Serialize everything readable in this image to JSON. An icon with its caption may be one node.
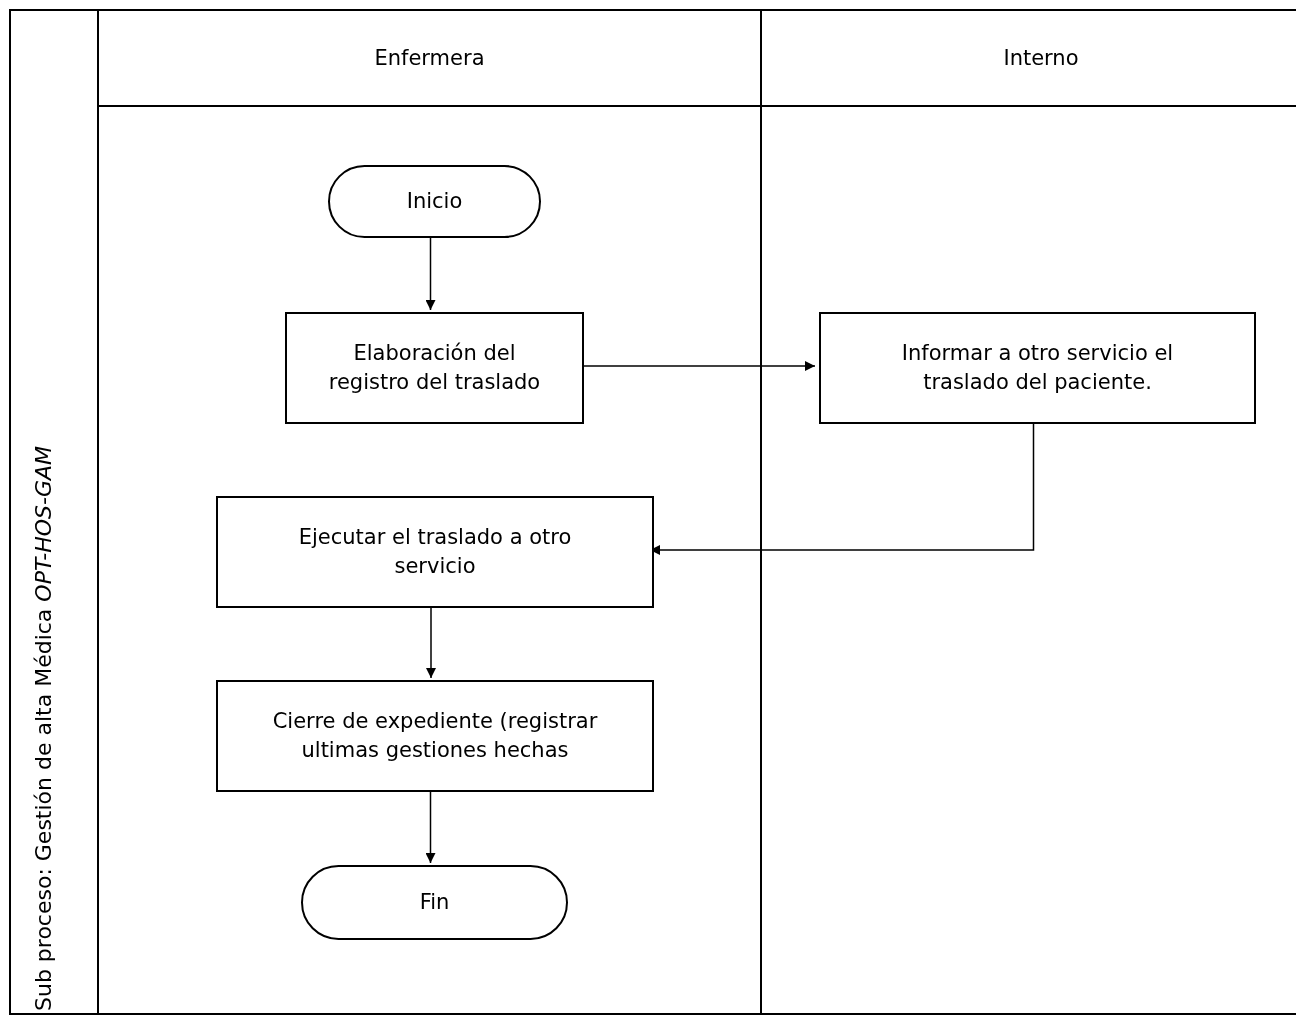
{
  "diagram": {
    "nodes": [
      {
        "text": [
          "Sub proceso: Gestión de alta Médica *OPT-HOS-GAM*"
        ]
      },
      {
        "text": [
          "Enfermera"
        ],
        "in": 0
      },
      {
        "text": [
          "Interno"
        ],
        "in": 0
      },
      {
        "text": [
          "Inicio"
        ],
        "in": 1
      },
      {
        "text": [
          "Elaboración del registro del traslado"
        ],
        "in": 1
      },
      {
        "text": [
          "Informar a otro servicio el traslado del paciente."
        ],
        "in": 2
      },
      {
        "text": [
          "Ejecutar el traslado a otro servicio"
        ],
        "in": 1
      },
      {
        "text": [
          "Cierre de expediente (registrar ultimas gestiones hechas"
        ],
        "in": 1
      },
      {
        "text": [
          "Fin"
        ],
        "in": 1
      }
    ],
    "edges": [
      {
        "from": 3,
        "to": 4,
        "arrow": "to"
      },
      {
        "from": 4,
        "to": 5,
        "arrow": "to"
      },
      {
        "from": 5,
        "to": 6,
        "arrow": "to"
      },
      {
        "from": 6,
        "to": 7,
        "arrow": "to"
      },
      {
        "from": 7,
        "to": 8,
        "arrow": "to"
      }
    ]
  }
}
